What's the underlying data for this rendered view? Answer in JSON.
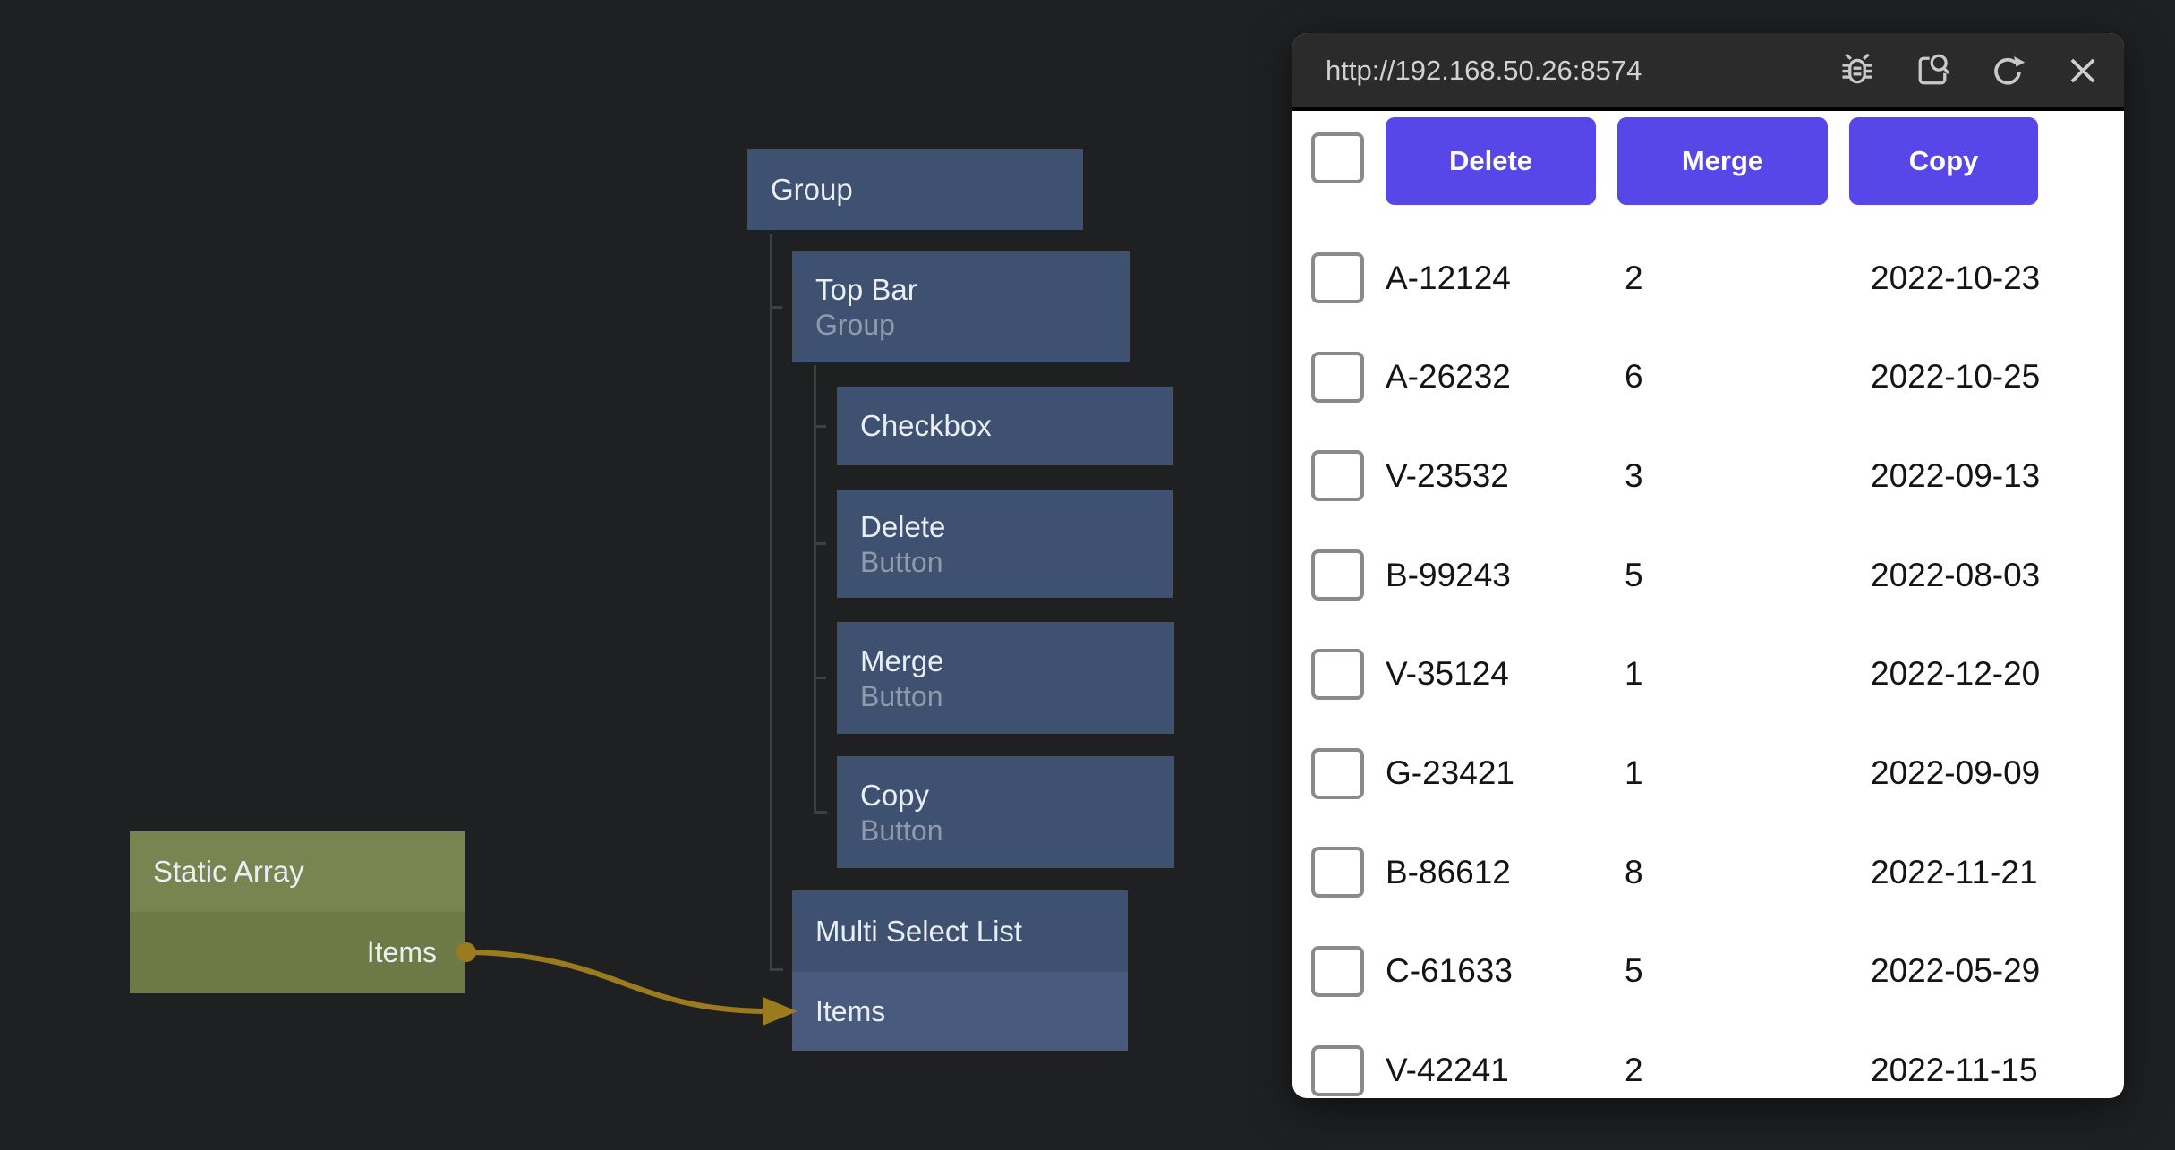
{
  "colors": {
    "accent_purple": "#5747e9",
    "node_blue": "#3e5170",
    "node_blue_light": "#485a7d",
    "node_green_header": "#7a8450",
    "node_green_body": "#6e7a45",
    "wire_gold": "#9c7b1f",
    "tree_line": "#3e3f40"
  },
  "tree": {
    "group": {
      "title": "Group"
    },
    "top_bar": {
      "title": "Top Bar",
      "subtitle": "Group"
    },
    "checkbox": {
      "title": "Checkbox"
    },
    "delete": {
      "title": "Delete",
      "subtitle": "Button"
    },
    "merge": {
      "title": "Merge",
      "subtitle": "Button"
    },
    "copy": {
      "title": "Copy",
      "subtitle": "Button"
    },
    "multi_select": {
      "title": "Multi Select List",
      "port_label": "Items"
    },
    "static_array": {
      "title": "Static Array",
      "port_label": "Items"
    }
  },
  "preview": {
    "url": "http://192.168.50.26:8574",
    "toolbar_icons": [
      "debug-icon",
      "find-in-page-icon",
      "refresh-icon",
      "close-icon"
    ],
    "action_buttons": [
      "Delete",
      "Merge",
      "Copy"
    ],
    "rows": [
      {
        "id": "A-12124",
        "qty": "2",
        "date": "2022-10-23"
      },
      {
        "id": "A-26232",
        "qty": "6",
        "date": "2022-10-25"
      },
      {
        "id": "V-23532",
        "qty": "3",
        "date": "2022-09-13"
      },
      {
        "id": "B-99243",
        "qty": "5",
        "date": "2022-08-03"
      },
      {
        "id": "V-35124",
        "qty": "1",
        "date": "2022-12-20"
      },
      {
        "id": "G-23421",
        "qty": "1",
        "date": "2022-09-09"
      },
      {
        "id": "B-86612",
        "qty": "8",
        "date": "2022-11-21"
      },
      {
        "id": "C-61633",
        "qty": "5",
        "date": "2022-05-29"
      },
      {
        "id": "V-42241",
        "qty": "2",
        "date": "2022-11-15"
      }
    ]
  }
}
